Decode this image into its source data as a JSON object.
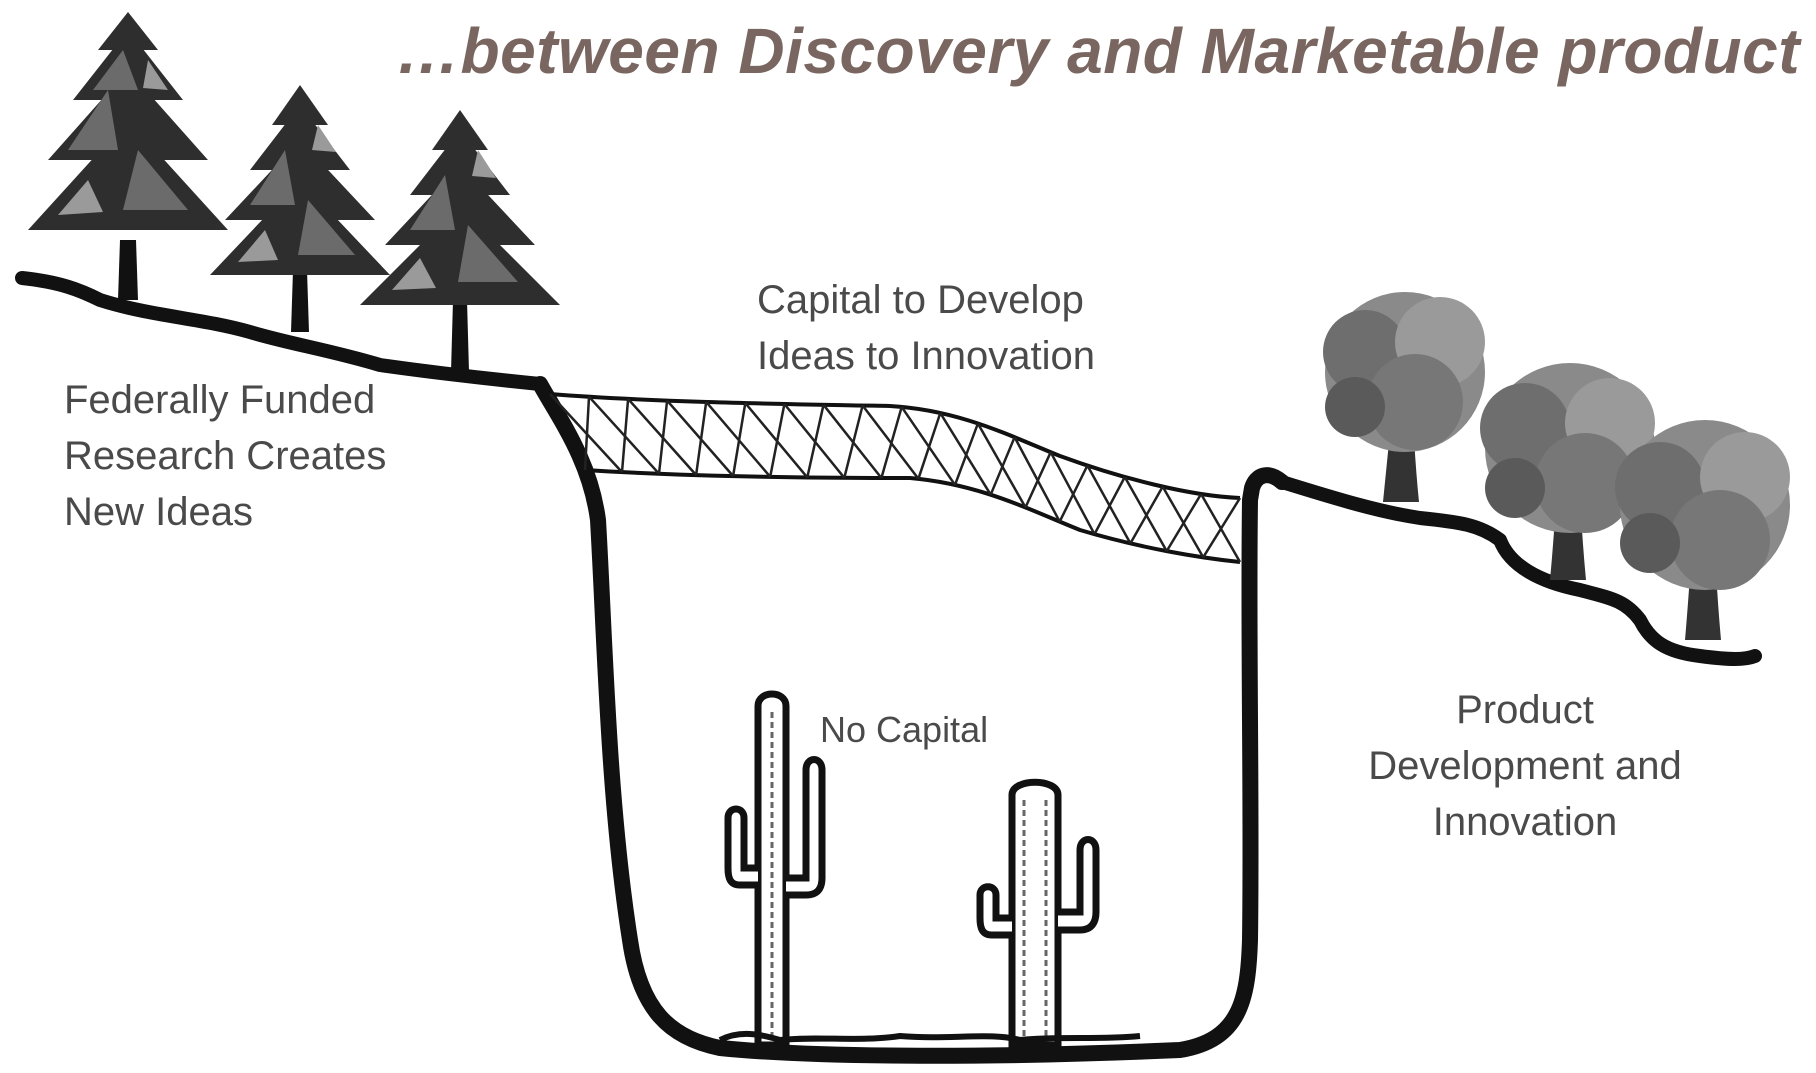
{
  "colors": {
    "title": "#7a6660",
    "ink": "#111111",
    "foliage_dark": "#2e2e2e",
    "foliage_mid": "#555555",
    "foliage_light": "#8a8a8a",
    "label": "#4a4a4a"
  },
  "title": "…between Discovery and Marketable product",
  "labels": {
    "left": [
      "Federally Funded",
      "Research Creates",
      "New Ideas"
    ],
    "bridge": [
      "Capital to Develop",
      "Ideas to Innovation"
    ],
    "valley": "No Capital",
    "right": [
      "Product",
      "Development and",
      "Innovation"
    ]
  },
  "icons": {
    "left_trees": "conifer-tree-icon",
    "right_trees": "oak-tree-icon",
    "valley": "saguaro-cactus-icon",
    "bridge": "lattice-bridge-icon"
  }
}
